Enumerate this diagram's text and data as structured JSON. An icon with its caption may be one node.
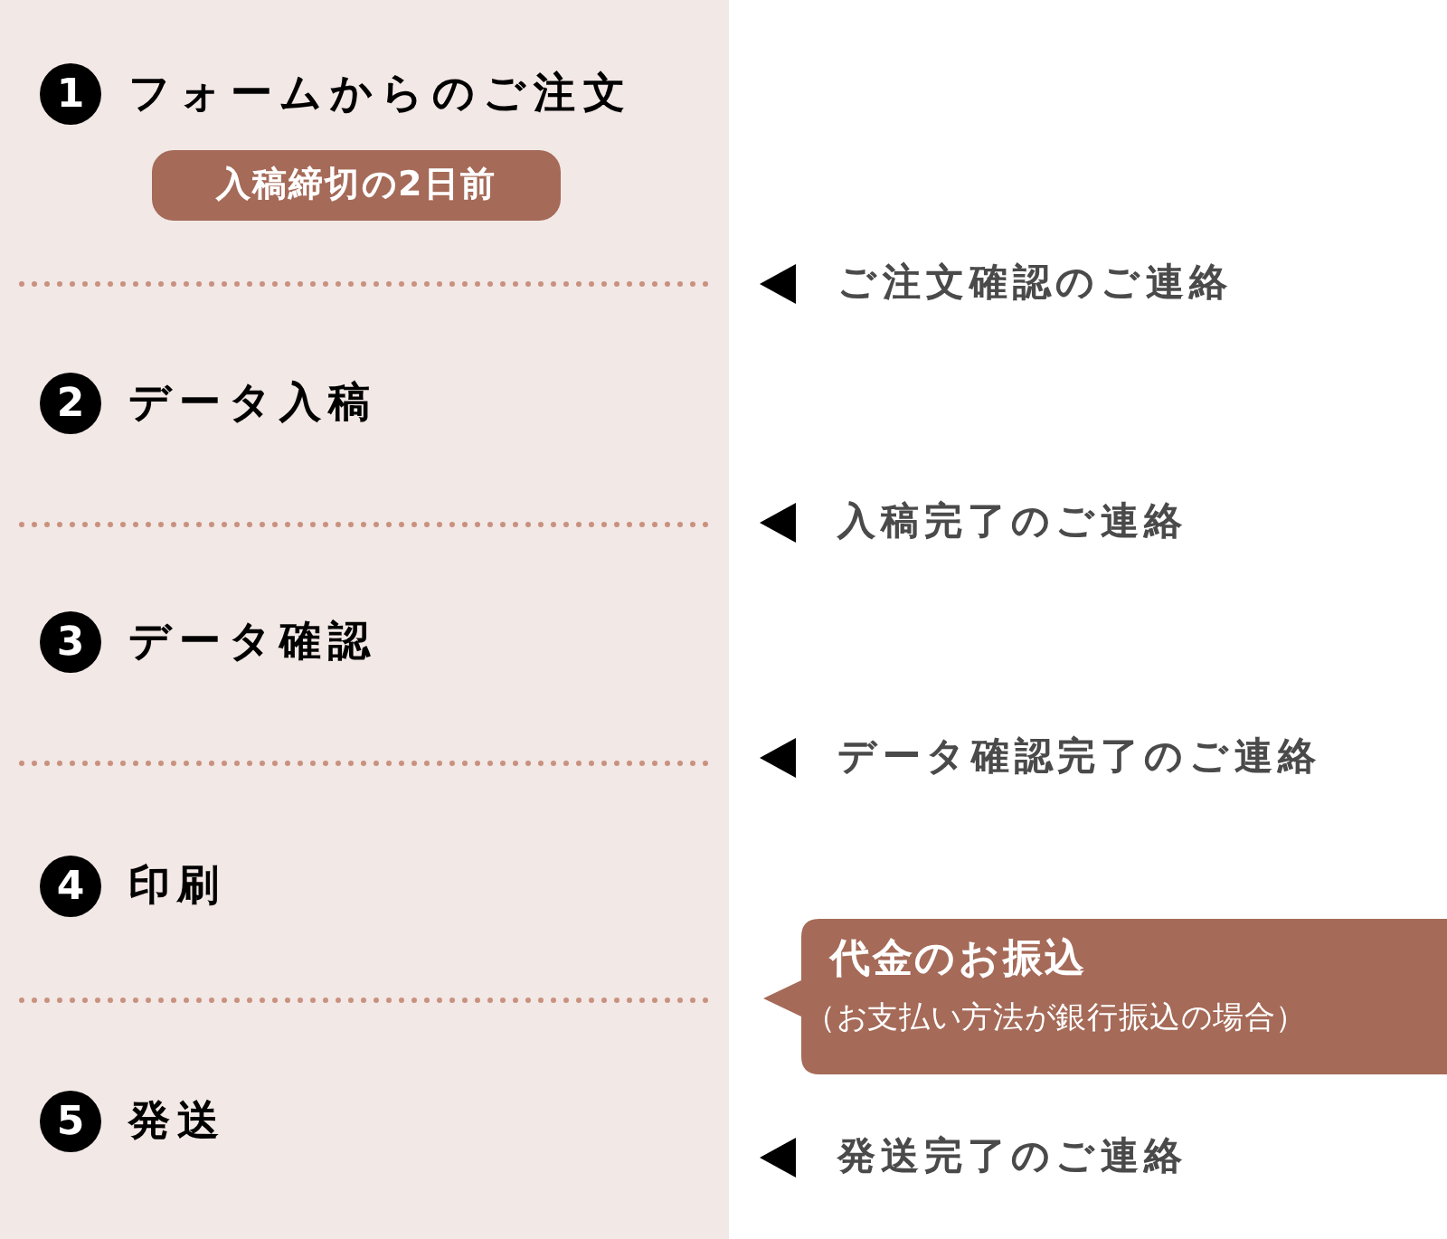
{
  "diagram": {
    "nodes": [
      {
        "text": [
          "1",
          "フォームからのご注文"
        ]
      },
      {
        "text": [
          "入稿締切の2日前"
        ]
      },
      {
        "text": [
          "ご注文確認のご連絡"
        ]
      },
      {
        "text": [
          "2",
          "データ入稿"
        ]
      },
      {
        "text": [
          "入稿完了のご連絡"
        ]
      },
      {
        "text": [
          "3",
          "データ確認"
        ]
      },
      {
        "text": [
          "データ確認完了のご連絡"
        ]
      },
      {
        "text": [
          "4",
          "印刷"
        ]
      },
      {
        "text": [
          "代金のお振込",
          "（お支払い方法が銀行振込の場合）"
        ]
      },
      {
        "text": [
          "5",
          "発送"
        ]
      },
      {
        "text": [
          "発送完了のご連絡"
        ]
      }
    ]
  }
}
